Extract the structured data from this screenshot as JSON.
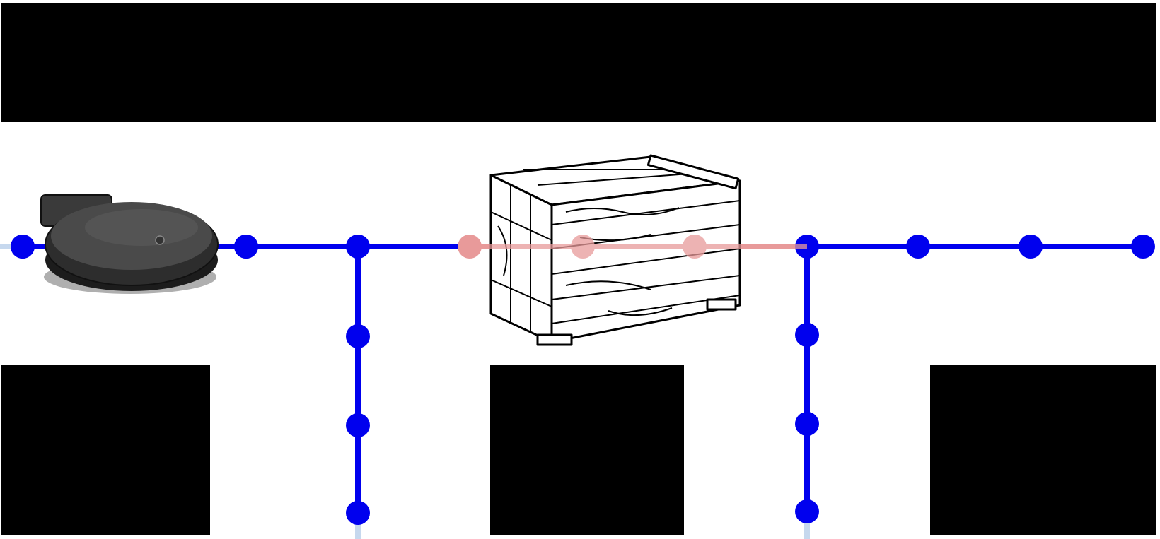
{
  "colors": {
    "background": "#ffffff",
    "obstacle": "#000000",
    "path_active": "#0000ee",
    "path_blocked": "#e89a9a",
    "path_faded": "#c6d8ee",
    "robot_body": "#2d2d2d",
    "robot_top": "#4a4a4a",
    "crate_fill": "#ffffff",
    "crate_line": "#000000"
  },
  "icons": {
    "robot": "robot-vacuum-icon",
    "crate": "wooden-crate-icon"
  },
  "graph": {
    "nodes": [
      {
        "id": "n1",
        "state": "active"
      },
      {
        "id": "n2",
        "state": "active"
      },
      {
        "id": "n3",
        "state": "active"
      },
      {
        "id": "n4",
        "state": "blocked"
      },
      {
        "id": "n5",
        "state": "blocked"
      },
      {
        "id": "n6",
        "state": "blocked"
      },
      {
        "id": "n7",
        "state": "active"
      },
      {
        "id": "n8",
        "state": "active"
      },
      {
        "id": "n9",
        "state": "active"
      },
      {
        "id": "n10",
        "state": "active"
      },
      {
        "id": "n11",
        "state": "active"
      },
      {
        "id": "n12",
        "state": "active"
      },
      {
        "id": "n13",
        "state": "active"
      },
      {
        "id": "n14",
        "state": "active"
      },
      {
        "id": "n15",
        "state": "active"
      },
      {
        "id": "n16",
        "state": "active"
      }
    ],
    "edges": [
      {
        "from": "n1",
        "to": "n2",
        "state": "active"
      },
      {
        "from": "n2",
        "to": "n3",
        "state": "active"
      },
      {
        "from": "n3",
        "to": "n4",
        "state": "active"
      },
      {
        "from": "n4",
        "to": "n5",
        "state": "blocked"
      },
      {
        "from": "n5",
        "to": "n6",
        "state": "blocked"
      },
      {
        "from": "n6",
        "to": "n7",
        "state": "blocked"
      },
      {
        "from": "n7",
        "to": "n8",
        "state": "active"
      },
      {
        "from": "n8",
        "to": "n9",
        "state": "active"
      },
      {
        "from": "n9",
        "to": "n10",
        "state": "active"
      },
      {
        "from": "n3",
        "to": "n11",
        "state": "active"
      },
      {
        "from": "n11",
        "to": "n12",
        "state": "active"
      },
      {
        "from": "n12",
        "to": "n13",
        "state": "active"
      },
      {
        "from": "n7",
        "to": "n14",
        "state": "active"
      },
      {
        "from": "n14",
        "to": "n15",
        "state": "active"
      },
      {
        "from": "n15",
        "to": "n16",
        "state": "active"
      }
    ]
  }
}
